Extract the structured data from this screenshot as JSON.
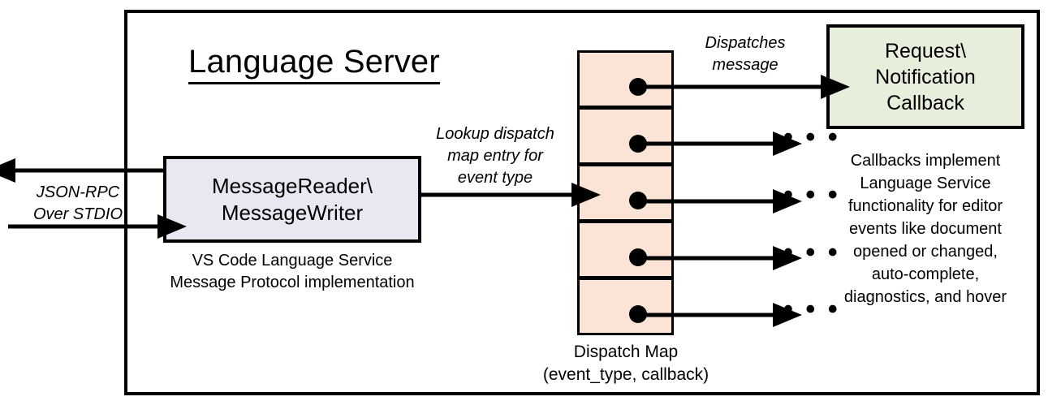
{
  "diagram": {
    "title": "Language Server",
    "frame_color": "#000000",
    "background": "#ffffff"
  },
  "message_io": {
    "box_title_line1": "MessageReader\\",
    "box_title_line2": "MessageWriter",
    "box_fill": "#EAE7F2",
    "caption_line1": "VS Code Language Service",
    "caption_line2": "Message Protocol implementation",
    "transport_label_line1": "JSON-RPC",
    "transport_label_line2": "Over STDIO"
  },
  "flow": {
    "lookup_label_line1": "Lookup dispatch",
    "lookup_label_line2": "map entry for",
    "lookup_label_line3": "event type",
    "dispatch_label_line1": "Dispatches",
    "dispatch_label_line2": "message"
  },
  "dispatch_map": {
    "fill": "#FBE4D5",
    "caption_line1": "Dispatch Map",
    "caption_line2": "(event_type, callback)",
    "cells": [
      {
        "index": 0,
        "has_dot": true,
        "arrow_target": "callback-box"
      },
      {
        "index": 1,
        "has_dot": true,
        "arrow_target": "ellipsis"
      },
      {
        "index": 2,
        "has_dot": true,
        "arrow_target": "ellipsis"
      },
      {
        "index": 3,
        "has_dot": true,
        "arrow_target": "ellipsis"
      },
      {
        "index": 4,
        "has_dot": true,
        "arrow_target": "ellipsis"
      }
    ],
    "ellipsis_glyph": "• • •"
  },
  "callback": {
    "fill": "#E8EEDC",
    "title_line1": "Request\\",
    "title_line2": "Notification",
    "title_line3": "Callback",
    "caption_line1": "Callbacks implement",
    "caption_line2": "Language Service",
    "caption_line3": "functionality for editor",
    "caption_line4": "events like document",
    "caption_line5": "opened or changed,",
    "caption_line6": "auto-complete,",
    "caption_line7": "diagnostics, and hover"
  }
}
